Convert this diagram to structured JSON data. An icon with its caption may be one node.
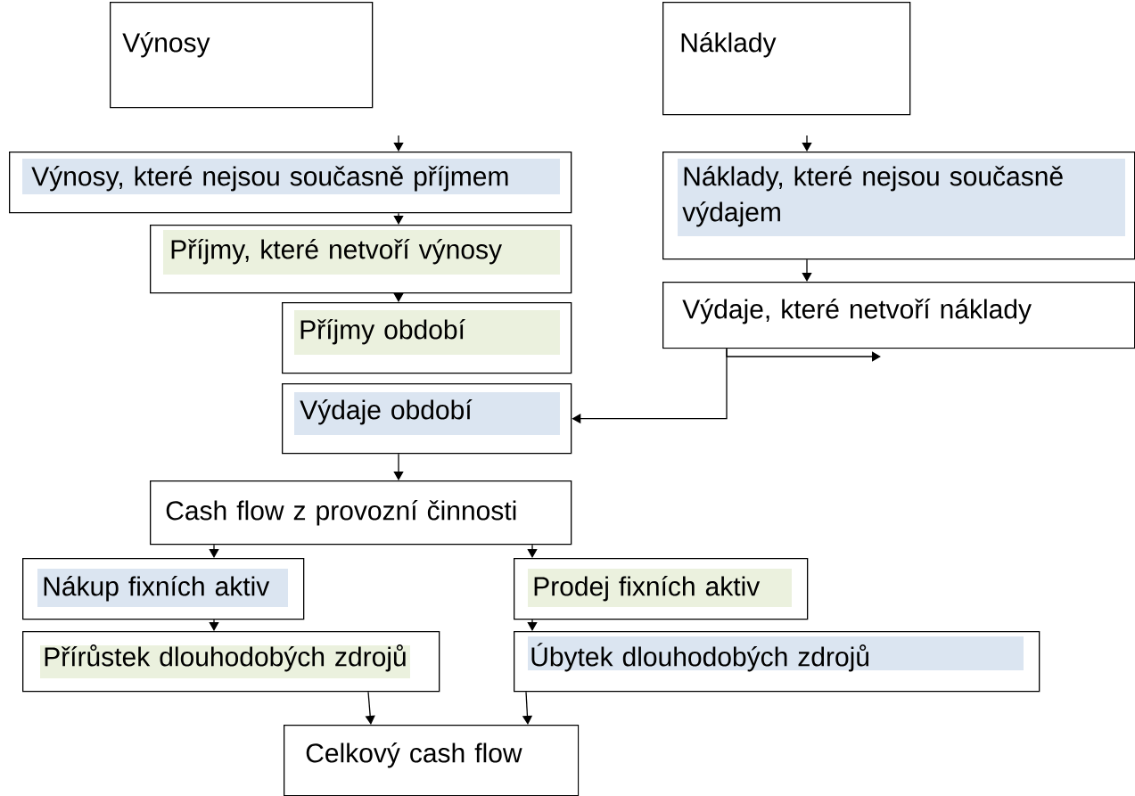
{
  "diagram": {
    "nodes": [
      {
        "text": [
          "Výnosy"
        ]
      },
      {
        "text": [
          "Náklady"
        ]
      },
      {
        "text": [
          "Výnosy, které nejsou současně příjmem"
        ]
      },
      {
        "text": [
          "Náklady, které nejsou současně výdajem"
        ]
      },
      {
        "text": [
          "Příjmy, které netvoří výnosy"
        ]
      },
      {
        "text": [
          "Výdaje, které netvoří náklady"
        ]
      },
      {
        "text": [
          "Příjmy období"
        ]
      },
      {
        "text": [
          "Výdaje období"
        ]
      },
      {
        "text": [
          "Cash flow z provozní činnosti"
        ]
      },
      {
        "text": [
          "Nákup fixních aktiv"
        ]
      },
      {
        "text": [
          "Prodej fixních aktiv"
        ]
      },
      {
        "text": [
          "Přírůstek dlouhodobých zdrojů"
        ]
      },
      {
        "text": [
          "Úbytek dlouhodobých zdrojů"
        ]
      },
      {
        "text": [
          "Celkový cash flow"
        ]
      }
    ],
    "edges": [
      {
        "from": null,
        "to": 2,
        "arrow": "to"
      },
      {
        "from": null,
        "to": 3,
        "arrow": "to"
      },
      {
        "from": 2,
        "to": 4,
        "arrow": "to"
      },
      {
        "from": 4,
        "to": 6,
        "arrow": "to"
      },
      {
        "from": 3,
        "to": 5,
        "arrow": "to"
      },
      {
        "from": 5,
        "to": 7,
        "arrow": "to"
      },
      {
        "from": 5,
        "to": null,
        "arrow": "to"
      },
      {
        "from": 7,
        "to": 8,
        "arrow": "to"
      },
      {
        "from": 8,
        "to": 9,
        "arrow": "to"
      },
      {
        "from": 8,
        "to": 10,
        "arrow": "to"
      },
      {
        "from": 9,
        "to": 11,
        "arrow": "to"
      },
      {
        "from": 10,
        "to": 12,
        "arrow": "to"
      },
      {
        "from": 11,
        "to": 13,
        "arrow": "to"
      },
      {
        "from": 12,
        "to": 13,
        "arrow": "to"
      }
    ]
  }
}
